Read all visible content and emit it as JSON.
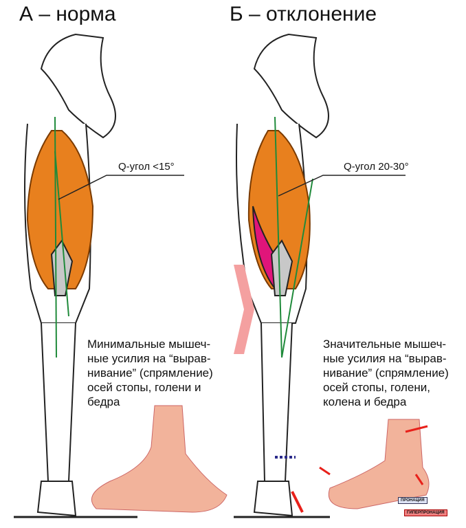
{
  "panel_a": {
    "title": "А – норма",
    "q_angle_label": "Q-угол <15°",
    "description": [
      "Минимальные мышеч-",
      "ные усилия на “вырав-",
      "нивание” (спрямление)",
      "осей стопы, голени и",
      "бедра"
    ]
  },
  "panel_b": {
    "title": "Б – отклонение",
    "q_angle_label": "Q-угол 20-30°",
    "description": [
      "Значительные мышеч-",
      "ные усилия на “вырав-",
      "нивание” (спрямление)",
      "осей стопы, голени,",
      "колена и бедра"
    ],
    "tags": {
      "pronation": "ПРОНАЦИЯ",
      "hyperpronation": "ГИПЕРПРОНАЦИЯ"
    }
  },
  "colors": {
    "muscle": "#e8801e",
    "muscle_strained": "#e0157a",
    "axis": "#1f8a3a",
    "bone": "#c8c8c8",
    "valgus_marker": "#f4a0a0",
    "arrow_red": "#e8201a",
    "arrow_blue": "#2a2a8a"
  }
}
